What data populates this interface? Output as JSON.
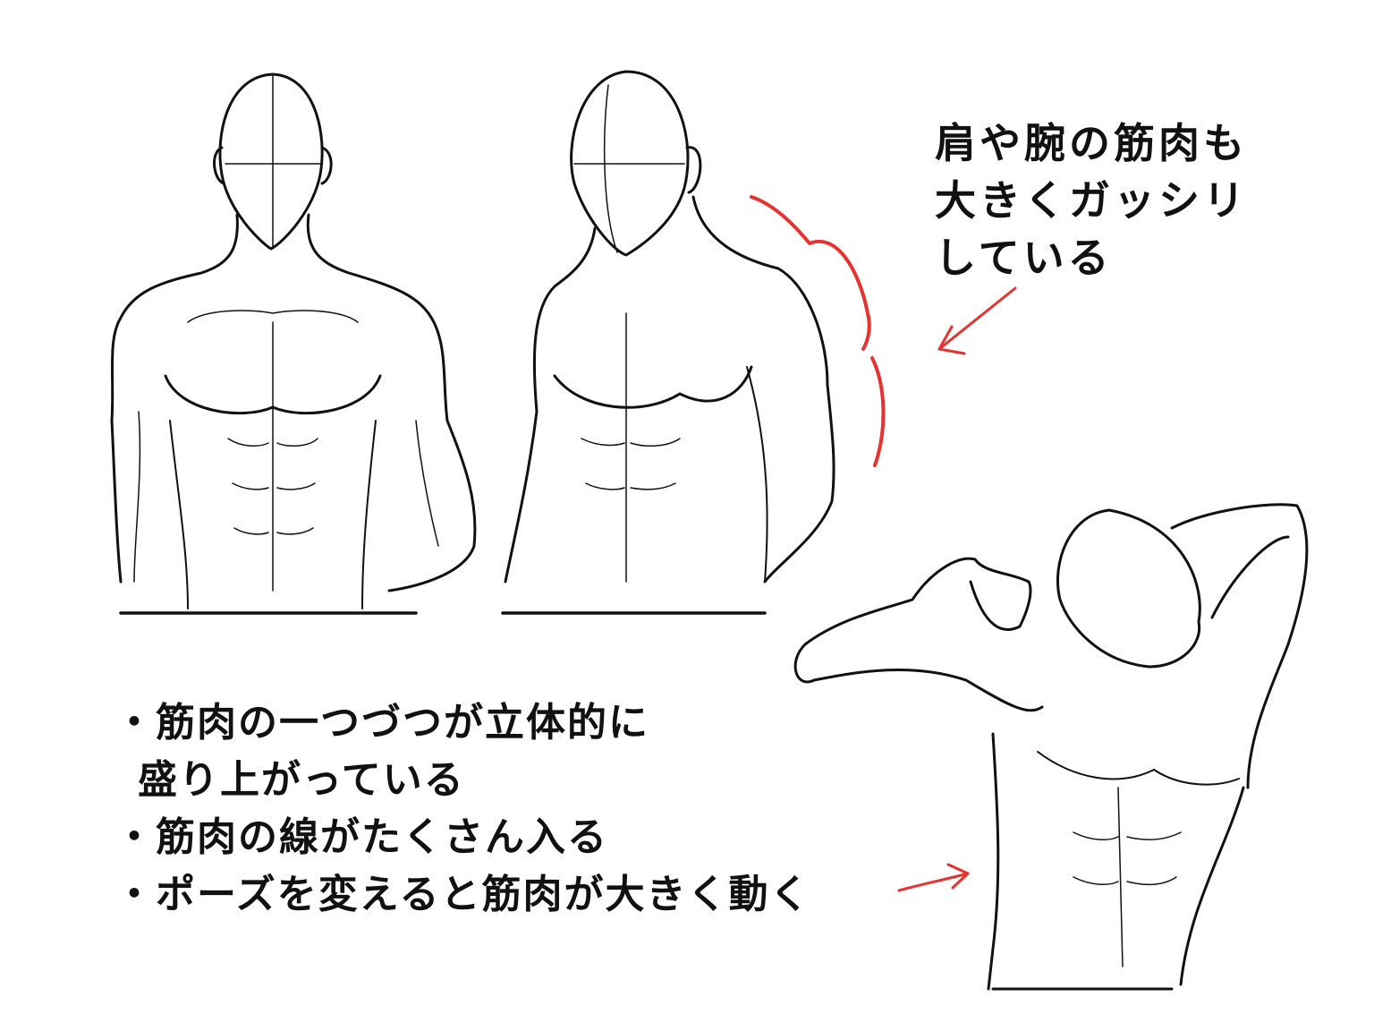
{
  "annotation": {
    "lines": [
      "肩や腕の筋肉も",
      "大きくガッシリ",
      "している"
    ]
  },
  "bullets": [
    {
      "lines": [
        "・筋肉の一つづつが立体的に",
        "盛り上がっている"
      ]
    },
    {
      "lines": [
        "・筋肉の線がたくさん入る"
      ]
    },
    {
      "lines": [
        "・ポーズを変えると筋肉が大きく動く"
      ]
    }
  ],
  "colors": {
    "line": "#111111",
    "accent": "#e8322e"
  }
}
